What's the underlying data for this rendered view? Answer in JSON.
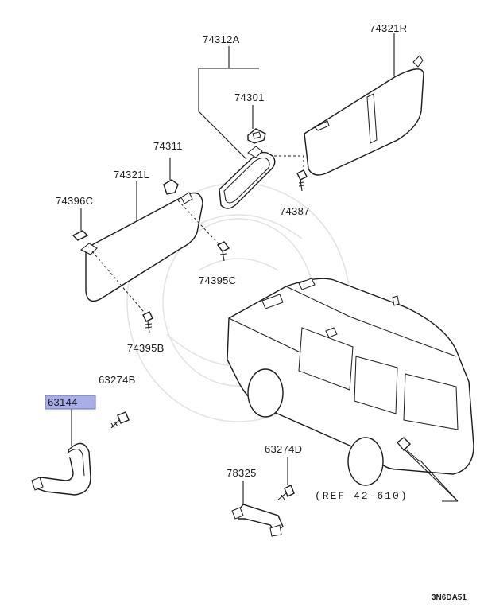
{
  "labels": {
    "p74312A": "74312A",
    "p74321R": "74321R",
    "p74301": "74301",
    "p74311": "74311",
    "p74321L": "74321L",
    "p74396C": "74396C",
    "p74387": "74387",
    "p74395C": "74395C",
    "p74395B": "74395B",
    "p63274B": "63274B",
    "p63144": "63144",
    "p63274D": "63274D",
    "p78325": "78325",
    "ref": "(REF 42-610)",
    "code": "3N6DA51"
  },
  "colors": {
    "highlight_fill": "#a9aee6",
    "highlight_border": "#6f73b8",
    "ink": "#1a1a1a"
  }
}
